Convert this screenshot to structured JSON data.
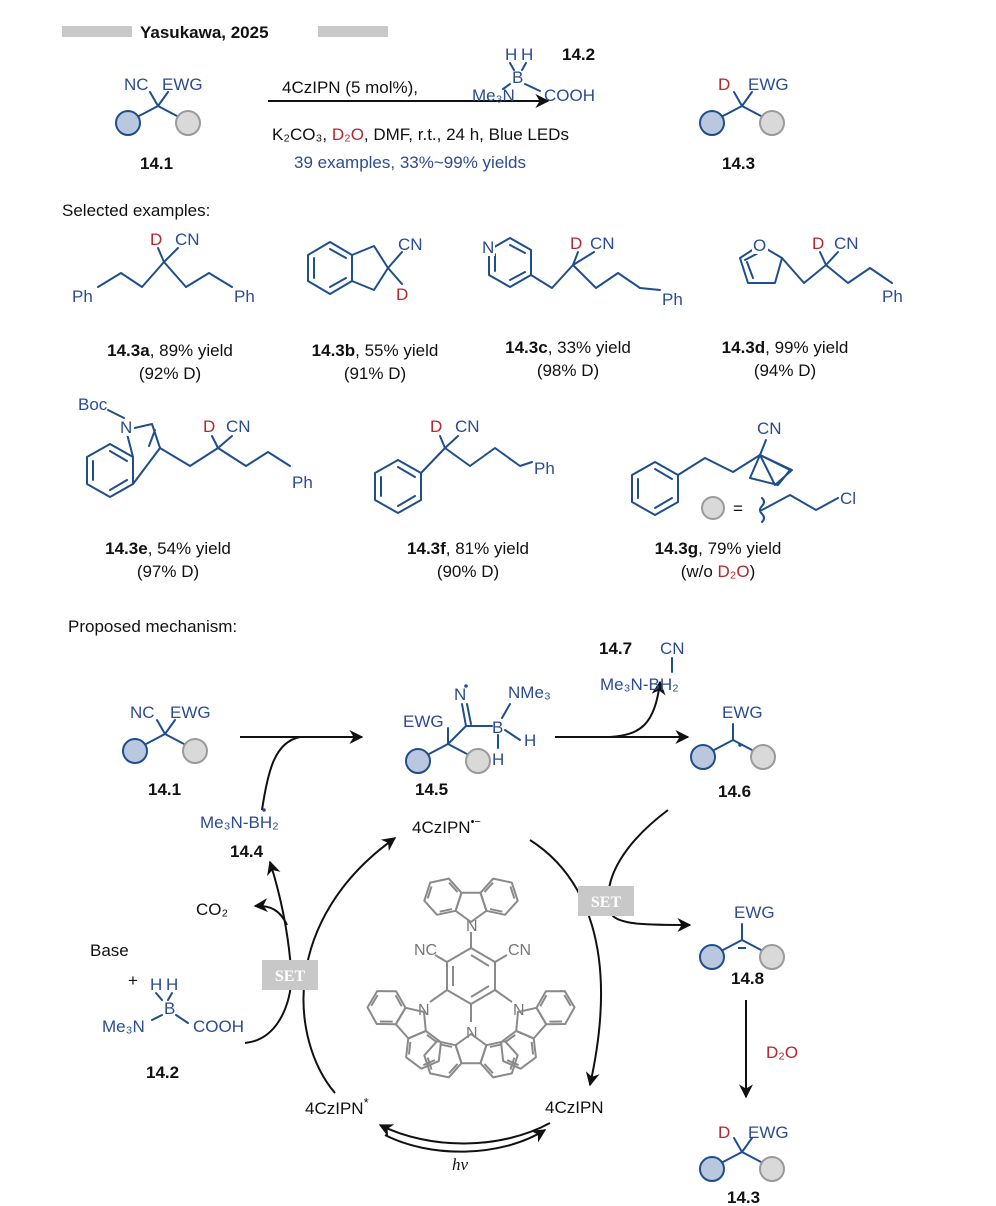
{
  "header": {
    "title": "Yasukawa, 2025"
  },
  "reaction": {
    "substrate_label": "14.1",
    "product_label": "14.3",
    "reagent_label": "14.2",
    "sub_nc": "NC",
    "sub_ewg": "EWG",
    "prod_d": "D",
    "prod_ewg": "EWG",
    "reagent": {
      "h1": "H",
      "h2": "H",
      "b": "B",
      "me3n": "Me₃N",
      "cooh": "COOH"
    },
    "cond_line1": "4CzIPN (5 mol%),",
    "cond_line2_a": "K₂CO₃, ",
    "cond_line2_d2o": "D₂O",
    "cond_line2_b": ", DMF, r.t., 24 h, Blue LEDs",
    "scope": "39 examples, 33%~99% yields"
  },
  "selected_heading": "Selected examples:",
  "examples": [
    {
      "id": "14.3a",
      "yield": ", 89% yield",
      "d": "(92% D)"
    },
    {
      "id": "14.3b",
      "yield": ", 55% yield",
      "d": "(91% D)"
    },
    {
      "id": "14.3c",
      "yield": ", 33% yield",
      "d": "(98% D)"
    },
    {
      "id": "14.3d",
      "yield": ", 99% yield",
      "d": "(94% D)"
    },
    {
      "id": "14.3e",
      "yield": ", 54% yield",
      "d": "(97% D)"
    },
    {
      "id": "14.3f",
      "yield": ", 81% yield",
      "d": "(90% D)"
    },
    {
      "id": "14.3g",
      "yield": ", 79% yield",
      "d_prefix": "(w/o ",
      "d_red": "D₂O",
      "d_suffix": ")"
    }
  ],
  "atoms": {
    "D": "D",
    "CN": "CN",
    "Ph": "Ph",
    "N": "N",
    "O": "O",
    "Boc": "Boc",
    "Cl": "Cl",
    "eq": "="
  },
  "mechanism": {
    "heading": "Proposed mechanism:",
    "l141": "14.1",
    "l142": "14.2",
    "l143": "14.3",
    "l144": "14.4",
    "l145": "14.5",
    "l146": "14.6",
    "l147": "14.7",
    "l148": "14.8",
    "radical_144": "Me₃N-BH₂",
    "cn": "CN",
    "byproduct_147": "Me₃N-BH₂",
    "nme3": "NMe₃",
    "n_rad": "N",
    "b": "B",
    "h": "H",
    "ewg": "EWG",
    "nc": "NC",
    "d": "D",
    "cat_anion": "4CzIPN",
    "cat_anion_sup": "•−",
    "cat_excited": "4CzIPN",
    "cat_excited_sup": "*",
    "cat_ground": "4CzIPN",
    "hv": "hv",
    "set1": "SET",
    "set2": "SET",
    "co2": "CO₂",
    "base": "Base",
    "plus": "+",
    "me3n": "Me₃N",
    "cooh": "COOH",
    "d2o": "D₂O",
    "cat_nc": "NC",
    "cat_cn": "CN",
    "cat_n": "N"
  },
  "colors": {
    "blue": "#2b4c93",
    "red": "#b3282d",
    "gray": "#c8c8c8"
  }
}
